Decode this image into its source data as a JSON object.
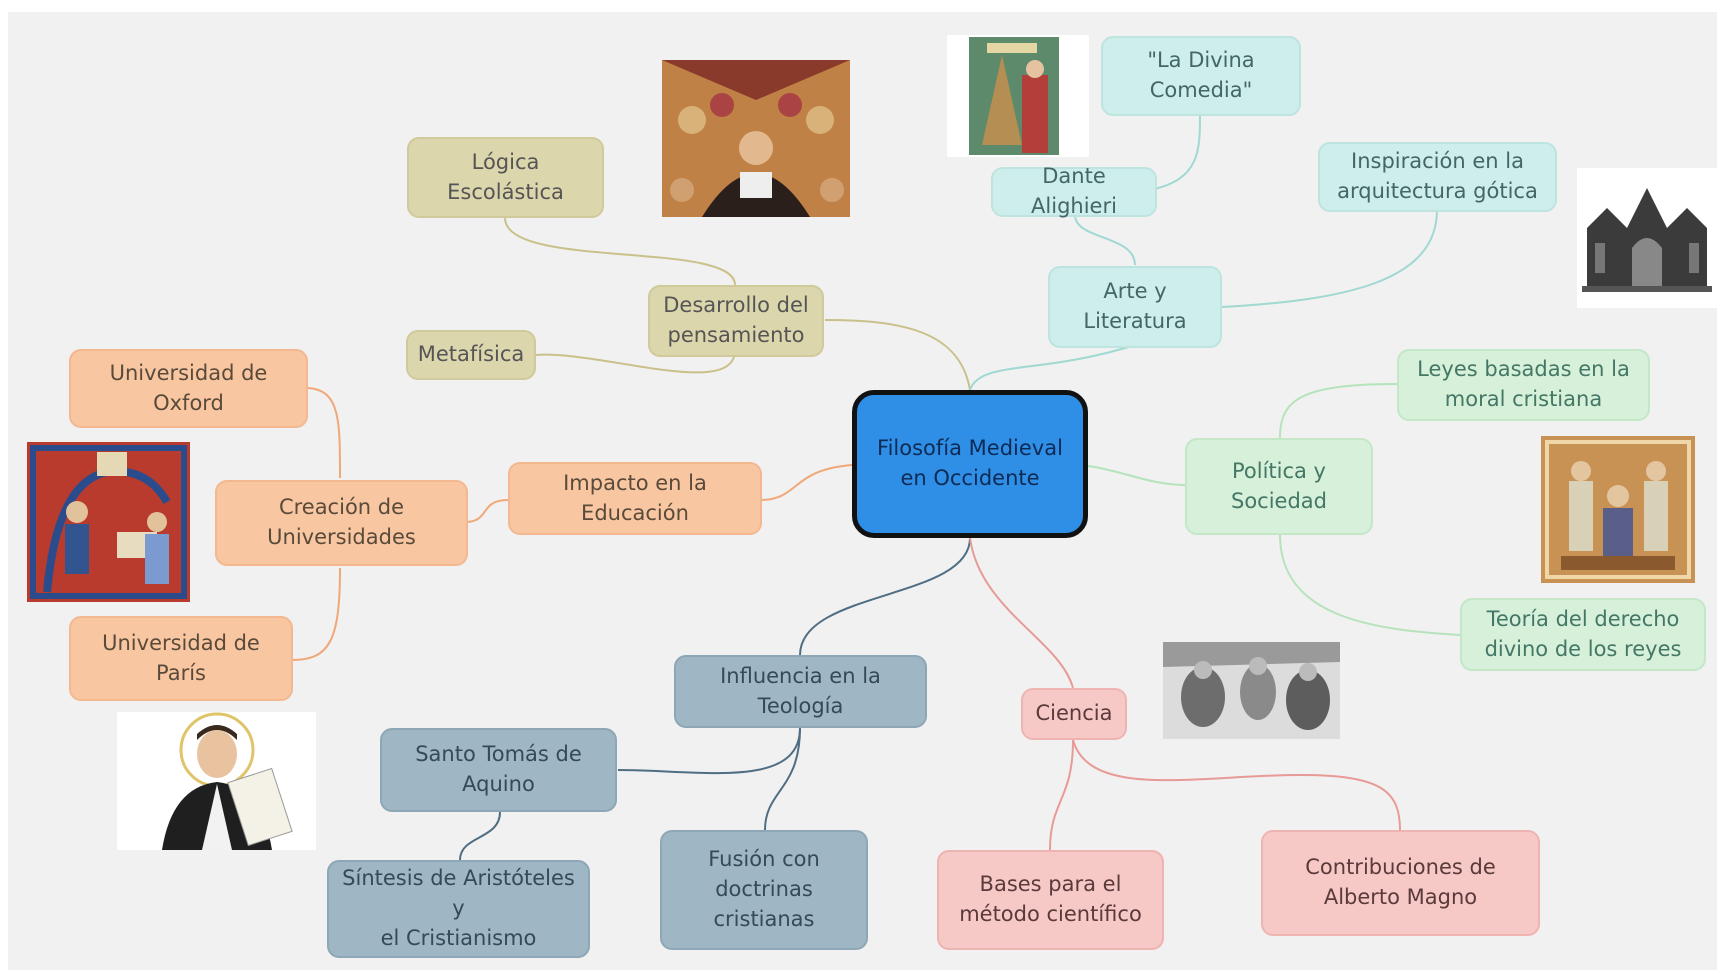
{
  "center": "Filosofía Medieval\nen Occidente",
  "desarrollo": {
    "label": "Desarrollo del\npensamiento",
    "logica": "Lógica\nEscolástica",
    "metafisica": "Metafísica"
  },
  "arte": {
    "label": "Arte y\nLiteratura",
    "dante": "Dante Alighieri",
    "divina": "\"La Divina\nComedia\"",
    "gotica": "Inspiración en la\narquitectura gótica"
  },
  "politica": {
    "label": "Política y\nSociedad",
    "leyes": "Leyes basadas en la\nmoral cristiana",
    "derecho": "Teoría del derecho\ndivino de los reyes"
  },
  "educacion": {
    "label": "Impacto en la\nEducación",
    "universidades": "Creación de\nUniversidades",
    "oxford": "Universidad de\nOxford",
    "paris": "Universidad de\nParís"
  },
  "teologia": {
    "label": "Influencia en la\nTeología",
    "tomas": "Santo Tomás de\nAquino",
    "sintesis": "Síntesis de Aristóteles y\nel Cristianismo",
    "fusion": "Fusión con\ndoctrinas\ncristianas"
  },
  "ciencia": {
    "label": "Ciencia",
    "bases": "Bases para el\nmétodo científico",
    "alberto": "Contribuciones de\nAlberto Magno"
  },
  "colors": {
    "center": "#2f8fe6",
    "olive_link": "#c9c08a",
    "teal_link": "#9fd9d2",
    "green_link": "#b5e3bb",
    "orange_link": "#f0a878",
    "slate_link": "#4f6e84",
    "pink_link": "#e79a96"
  },
  "pictures": [
    "painting-icon",
    "book-cover-icon",
    "cathedral-icon",
    "manuscript-icon",
    "saint-icon",
    "engraving-icon",
    "royal-court-icon"
  ]
}
